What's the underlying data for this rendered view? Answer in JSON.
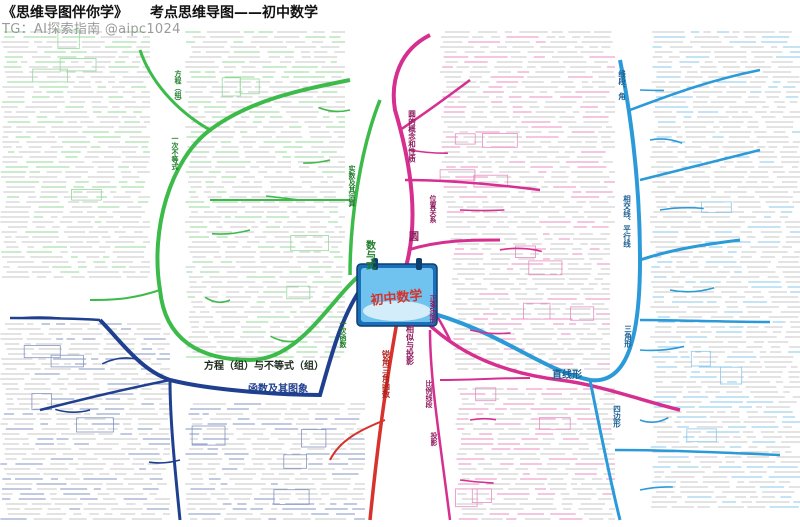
{
  "header": {
    "title_left": "《思维导图伴你学》",
    "title_right": "考点思维导图——初中数学"
  },
  "watermark": "TG：AI探索指南 @aipc1024",
  "center_badge": "初中数学",
  "branches": {
    "num_expr": "数与式",
    "equations": "方程（组）与不等式（组）",
    "functions": "函数及其图象",
    "linear_func": "一次函数",
    "circle": "圆",
    "circle_concept": "圆的概念和性质",
    "similarity": "相似与投影",
    "triangle": "三角形",
    "lines": "直线形",
    "trig": "锐角三角函数",
    "angles": "线段、角",
    "para": "相交线、平行线",
    "quad": "四边形",
    "real_num": "实数及其运算",
    "eq_sys": "方程（组）",
    "lin_ineq": "一次不等式",
    "shadow": "投影",
    "ratio": "比例线段",
    "circle_pos": "位置关系",
    "reg_poly": "正多边形"
  },
  "colors": {
    "green": "#3dbb4a",
    "magenta": "#d62f8f",
    "blue": "#2a9ad8",
    "navy": "#1f3f8f",
    "red": "#d8322c",
    "text_green": "#1e7d2a",
    "text_magenta": "#8f1a5e",
    "text_blue": "#1a5f91"
  }
}
